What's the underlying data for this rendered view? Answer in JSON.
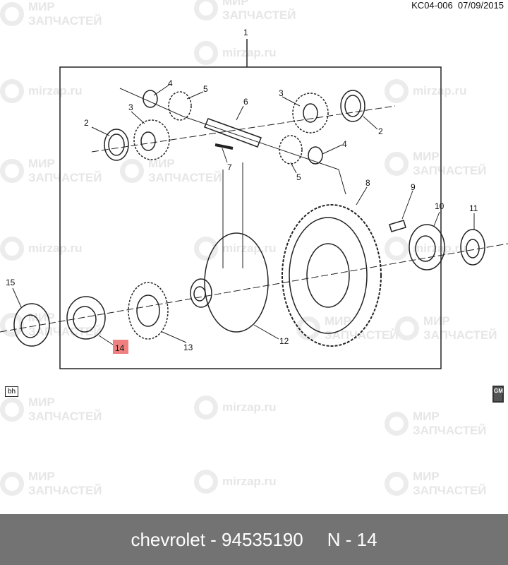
{
  "header": {
    "code": "KC04-006",
    "date": "07/09/2015"
  },
  "watermark": {
    "brand_line1": "МИР",
    "brand_line2": "ЗАПЧАСТЕЙ",
    "site": "mirzap.ru"
  },
  "callouts": [
    "1",
    "2",
    "2",
    "3",
    "3",
    "4",
    "4",
    "5",
    "5",
    "6",
    "7",
    "8",
    "9",
    "10",
    "11",
    "12",
    "13",
    "14",
    "15"
  ],
  "highlighted_callout": "14",
  "highlight_color": "#f08080",
  "badges": {
    "left": "bh",
    "right": "GM"
  },
  "footer": {
    "title": "chevrolet - 94535190",
    "number": "N - 14"
  }
}
